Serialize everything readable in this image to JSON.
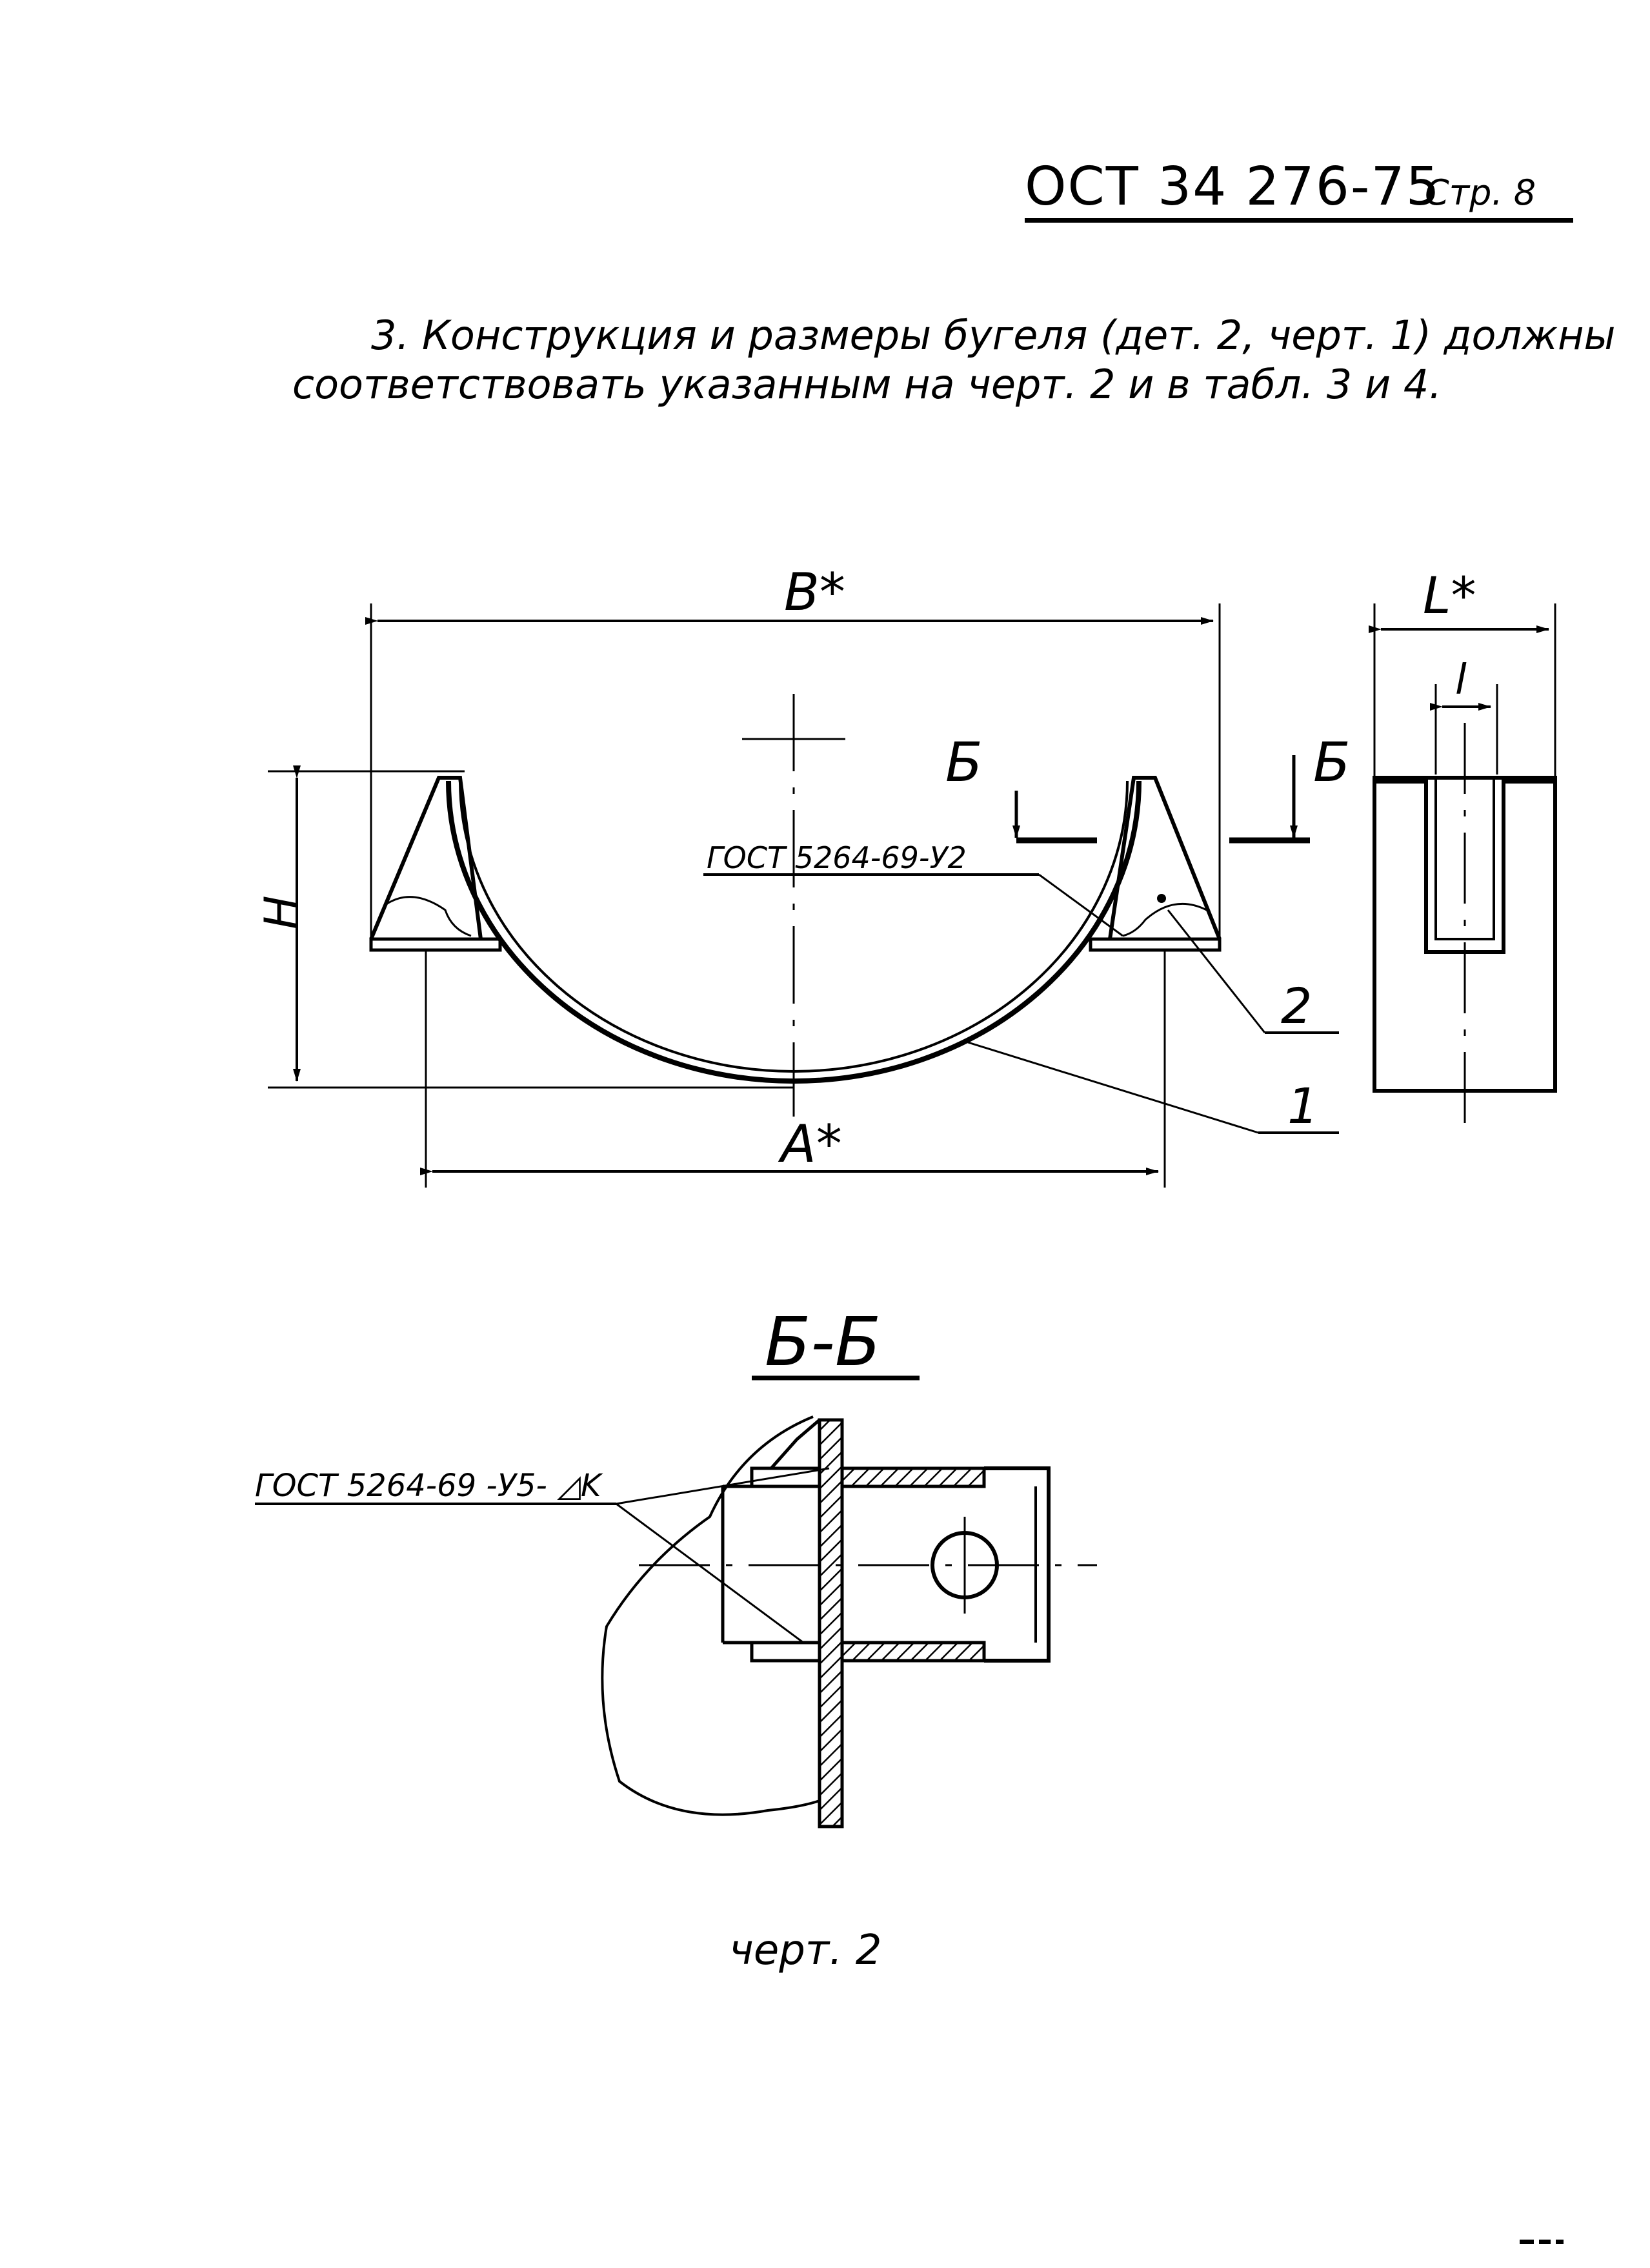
{
  "header": {
    "doc_code": "ОСТ 34 276-75",
    "page_label": "Стр. 8"
  },
  "body": {
    "line1": "3. Конструкция и размеры бугеля (дет. 2, черт. 1) должны",
    "line2": "соответствовать указанным на черт. 2 и в табл. 3 и 4."
  },
  "drawing": {
    "dim_B": "B*",
    "dim_H": "H",
    "dim_A": "A*",
    "dim_L": "L*",
    "dim_l": "l",
    "section_mark_left": "Б",
    "section_mark_right": "Б",
    "weld_note_1": "ГОСТ 5264-69-У2",
    "callout_2": "2",
    "callout_1": "1",
    "section_title": "Б-Б",
    "weld_note_2": "ГОСТ 5264-69 -У5- ◿K"
  },
  "caption": "черт. 2"
}
